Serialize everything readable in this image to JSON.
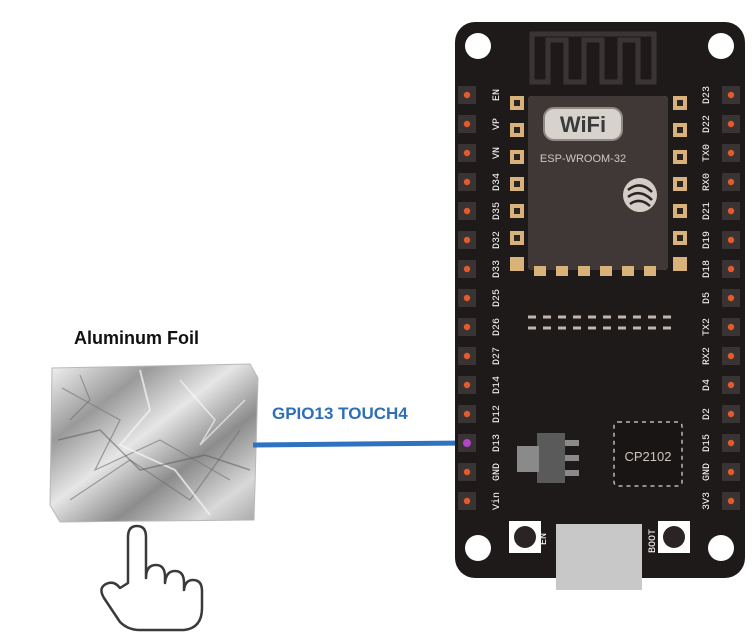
{
  "foil": {
    "label": "Aluminum Foil"
  },
  "wire": {
    "label": "GPIO13 TOUCH4",
    "color": "#2f72c0"
  },
  "board": {
    "color": "#1f1a1a",
    "pin_color": "#e45a2c",
    "left_pins": [
      "EN",
      "VP",
      "VN",
      "D34",
      "D35",
      "D32",
      "D33",
      "D25",
      "D26",
      "D27",
      "D14",
      "D12",
      "D13",
      "GND",
      "Vin"
    ],
    "right_pins": [
      "D23",
      "D22",
      "TX0",
      "RX0",
      "D21",
      "D19",
      "D18",
      "D5",
      "TX2",
      "RX2",
      "D4",
      "D2",
      "D15",
      "GND",
      "3V3"
    ],
    "wifi_badge": "WiFi",
    "module_name": "ESP-WROOM-32",
    "chip_name": "CP2102",
    "button_en": "EN",
    "button_boot": "BOOT"
  },
  "colors": {
    "module": "#cfc6bf",
    "gold_pad": "#d9b27a",
    "usb": "#c8c8c8"
  }
}
